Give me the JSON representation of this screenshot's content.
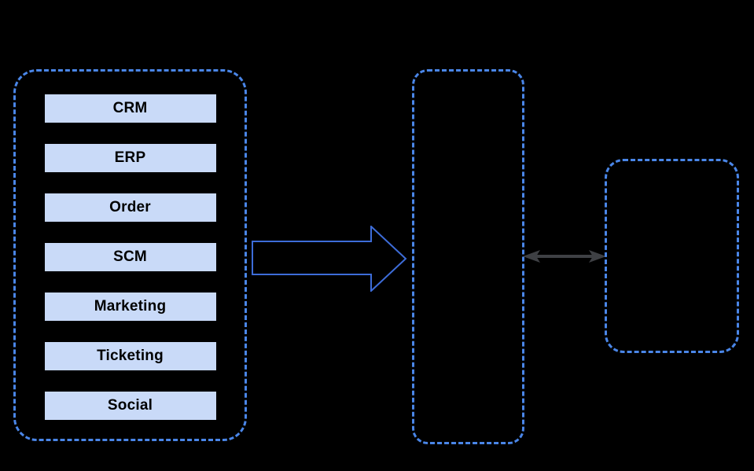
{
  "diagram": {
    "source_systems": [
      {
        "label": "CRM"
      },
      {
        "label": "ERP"
      },
      {
        "label": "Order"
      },
      {
        "label": "SCM"
      },
      {
        "label": "Marketing"
      },
      {
        "label": "Ticketing"
      },
      {
        "label": "Social"
      }
    ],
    "connectors": [
      {
        "name": "block-arrow",
        "direction": "right",
        "from": "source-systems-container",
        "to": "middle-container"
      },
      {
        "name": "bidirectional-arrow",
        "direction": "both",
        "from": "middle-container",
        "to": "right-container"
      }
    ],
    "colors": {
      "background": "#000000",
      "container_dash": "#4A86E8",
      "box_fill": "#C9DAF8",
      "box_border": "#000000",
      "box_text": "#000000",
      "block_arrow_stroke": "#3D6CD8",
      "connector_arrow": "#3E4044"
    }
  }
}
